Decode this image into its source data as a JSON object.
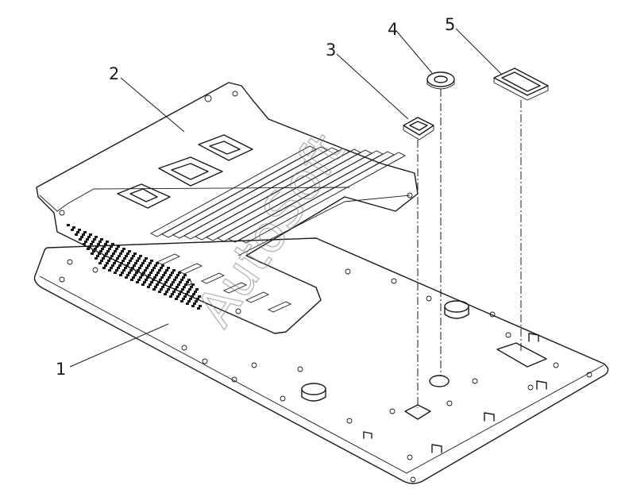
{
  "diagram": {
    "callouts": [
      {
        "id": "1",
        "label": "1"
      },
      {
        "id": "2",
        "label": "2"
      },
      {
        "id": "3",
        "label": "3"
      },
      {
        "id": "4",
        "label": "4"
      },
      {
        "id": "5",
        "label": "5"
      }
    ],
    "watermark": "AutoSoft"
  },
  "colors": {
    "line": "#1a1a1a",
    "background": "#ffffff",
    "watermark": "#777777"
  }
}
